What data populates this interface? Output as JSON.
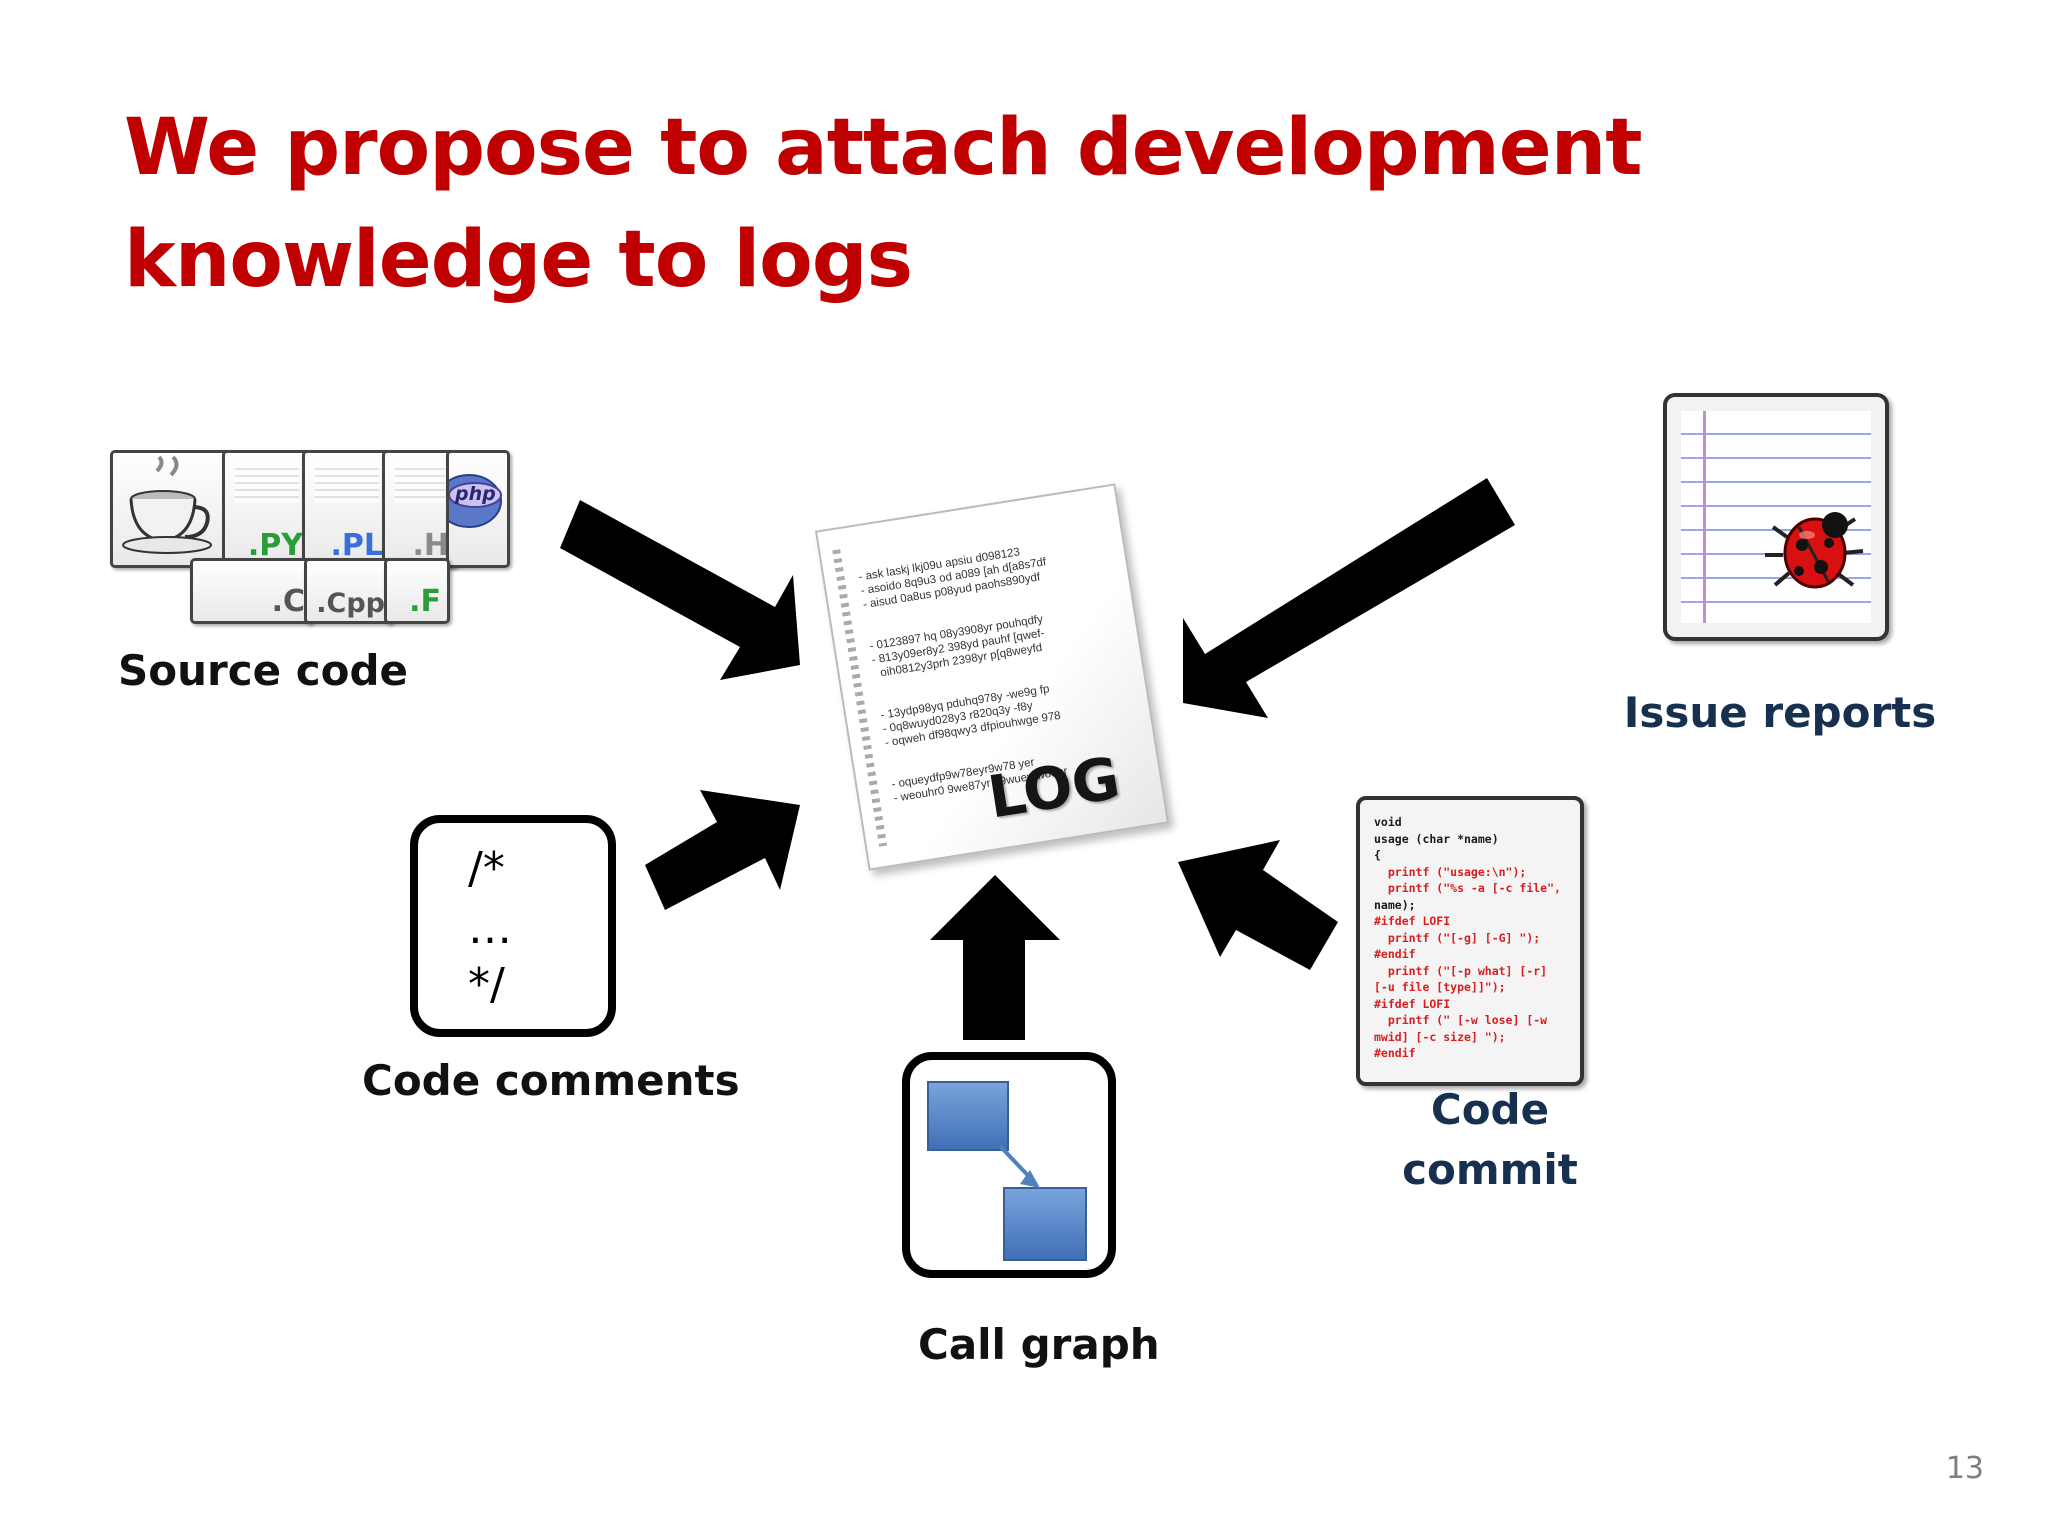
{
  "title": "We propose to attach development knowledge to logs",
  "page_number": "13",
  "source_code": {
    "label": "Source code",
    "tiles": [
      ".PY",
      ".PL",
      ".H",
      ".C",
      ".Cpp",
      ".F"
    ],
    "php_badge": "php"
  },
  "code_comments": {
    "label": "Code comments",
    "line1": "/*",
    "line2": "…",
    "line3": "*/"
  },
  "call_graph": {
    "label": "Call graph"
  },
  "issue_reports": {
    "label": "Issue reports"
  },
  "code_commit": {
    "label_line1": "Code",
    "label_line2": "commit",
    "code_lines": [
      {
        "t": "void",
        "c": "k"
      },
      {
        "t": "usage (char *name)",
        "c": "k"
      },
      {
        "t": "{",
        "c": "k"
      },
      {
        "t": "  printf (\"usage:\\n\");",
        "c": "r"
      },
      {
        "t": "  printf (\"%s -a [-c file\",",
        "c": "r"
      },
      {
        "t": "name);",
        "c": "k"
      },
      {
        "t": "#ifdef LOFI",
        "c": "r"
      },
      {
        "t": "  printf (\"[-g] [-G] \");",
        "c": "r"
      },
      {
        "t": "#endif",
        "c": "r"
      },
      {
        "t": "  printf (\"[-p what] [-r]",
        "c": "r"
      },
      {
        "t": "[-u file [type]]\");",
        "c": "r"
      },
      {
        "t": "#ifdef LOFI",
        "c": "r"
      },
      {
        "t": "  printf (\" [-w lose] [-w",
        "c": "r"
      },
      {
        "t": "mwid] [-c size] \");",
        "c": "r"
      },
      {
        "t": "#endif",
        "c": "r"
      }
    ]
  },
  "log": {
    "word": "LOG",
    "lines": [
      "- ask laskj lkj09u apsiu d098123",
      "- asoido 8q9u3 od a089 [ah d[a8s7df",
      "- aisud 0a8us p08yud paohs890ydf",
      "- 0123897 hq 08y3908yr pouhqdfy",
      "- 813y09er8y2 398yd pauhf [qwef-",
      "  oih0812y3prh 2398yr p[q8weyfd",
      "- 13ydp98yq pduhq978y -we9g fp",
      "- 0q8wuyd028y3 r820q3y -f8y",
      "- oqweh df98qwy3 dfpiouhwge 978",
      "- oqueydfp9w78eyr9w78 yer",
      "- weouhr0 9we87yr 09wueyrwoehr"
    ]
  },
  "colors": {
    "title": "#c00000",
    "label_blue": "#17304f",
    "call_graph_node": "#4f81bd"
  },
  "icons": [
    "java-coffee-cup-icon",
    "php-badge-icon",
    "ladybug-icon",
    "log-document-icon"
  ]
}
